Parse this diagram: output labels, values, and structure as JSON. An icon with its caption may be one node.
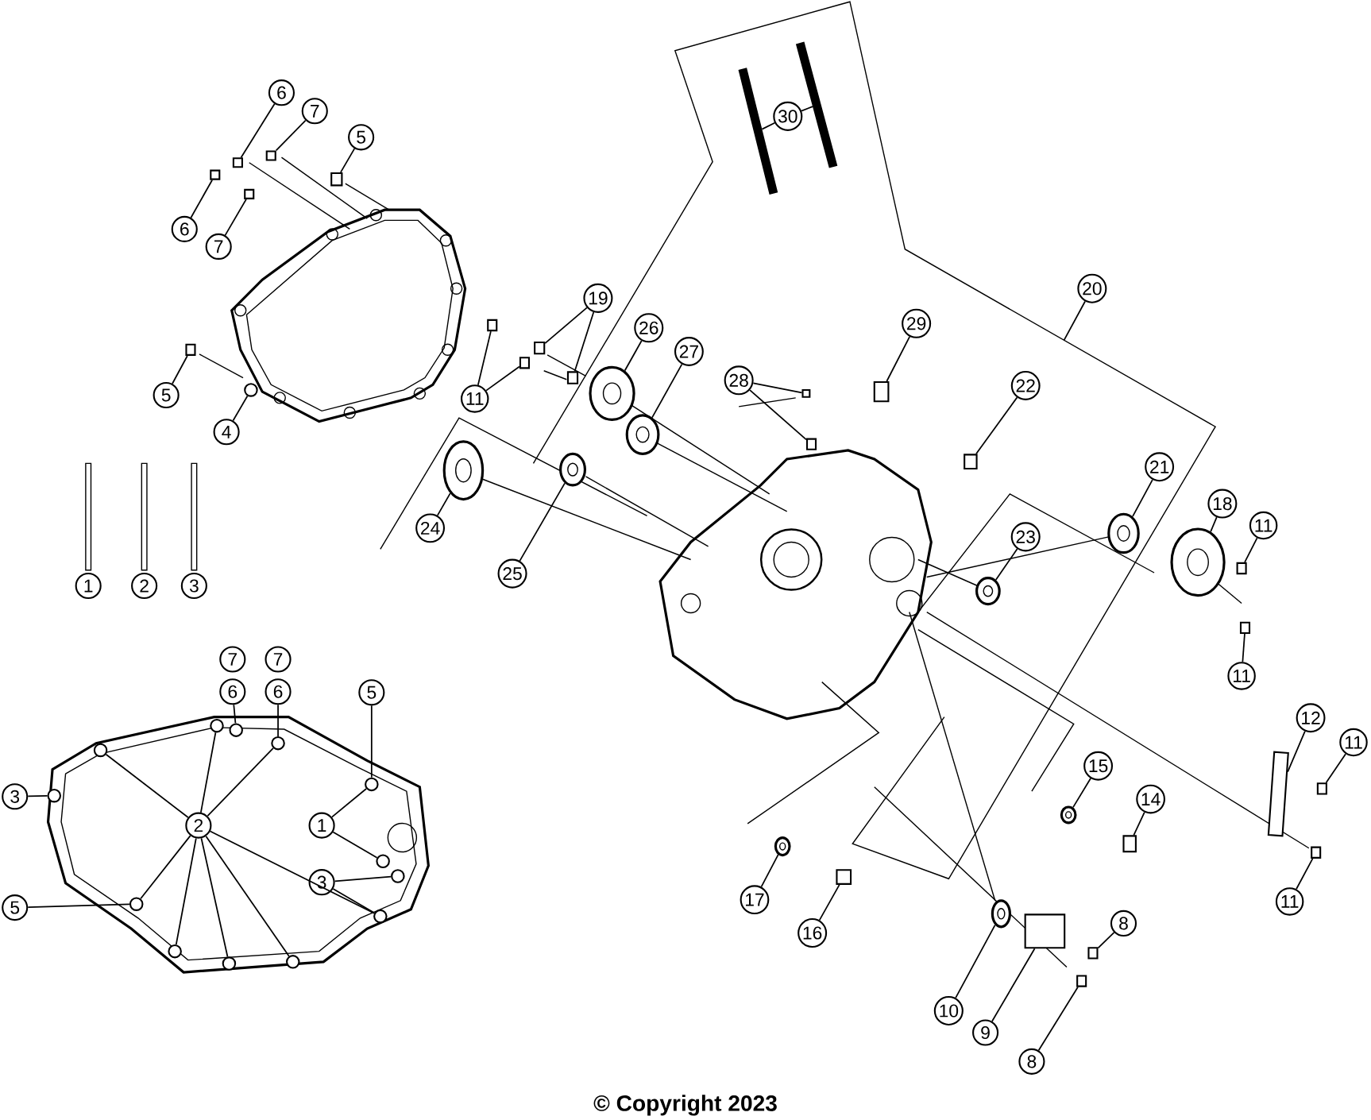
{
  "diagram": {
    "caption": "© Copyright 2023",
    "nodes": [
      {
        "text": [
          "6"
        ]
      },
      {
        "text": [
          "30"
        ]
      },
      {
        "text": [
          "7"
        ]
      },
      {
        "text": [
          "5"
        ]
      },
      {
        "text": [
          "6"
        ]
      },
      {
        "text": [
          "7"
        ]
      },
      {
        "text": [
          "20"
        ]
      },
      {
        "text": [
          "19"
        ]
      },
      {
        "text": [
          "29"
        ]
      },
      {
        "text": [
          "26"
        ]
      },
      {
        "text": [
          "27"
        ]
      },
      {
        "text": [
          "28"
        ]
      },
      {
        "text": [
          "22"
        ]
      },
      {
        "text": [
          "5"
        ]
      },
      {
        "text": [
          "11"
        ]
      },
      {
        "text": [
          "4"
        ]
      },
      {
        "text": [
          "21"
        ]
      },
      {
        "text": [
          "18"
        ]
      },
      {
        "text": [
          "11"
        ]
      },
      {
        "text": [
          "24"
        ]
      },
      {
        "text": [
          "23"
        ]
      },
      {
        "text": [
          "25"
        ]
      },
      {
        "text": [
          "1"
        ]
      },
      {
        "text": [
          "2"
        ]
      },
      {
        "text": [
          "3"
        ]
      },
      {
        "text": [
          "7"
        ]
      },
      {
        "text": [
          "7"
        ]
      },
      {
        "text": [
          "11"
        ]
      },
      {
        "text": [
          "6"
        ]
      },
      {
        "text": [
          "6"
        ]
      },
      {
        "text": [
          "5"
        ]
      },
      {
        "text": [
          "12"
        ]
      },
      {
        "text": [
          "11"
        ]
      },
      {
        "text": [
          "15"
        ]
      },
      {
        "text": [
          "3"
        ]
      },
      {
        "text": [
          "14"
        ]
      },
      {
        "text": [
          "2"
        ]
      },
      {
        "text": [
          "1"
        ]
      },
      {
        "text": [
          "3"
        ]
      },
      {
        "text": [
          "17"
        ]
      },
      {
        "text": [
          "11"
        ]
      },
      {
        "text": [
          "5"
        ]
      },
      {
        "text": [
          "8"
        ]
      },
      {
        "text": [
          "16"
        ]
      },
      {
        "text": [
          "10"
        ]
      },
      {
        "text": [
          "9"
        ]
      },
      {
        "text": [
          "8"
        ]
      },
      {
        "text": [],
        "shape": "box"
      },
      {
        "text": [],
        "shape": "bar"
      },
      {
        "text": [],
        "shape": "bar"
      },
      {
        "text": [],
        "shape": "box"
      },
      {
        "text": [],
        "shape": "box"
      },
      {
        "text": [],
        "shape": "box"
      },
      {
        "text": [],
        "shape": "box"
      },
      {
        "text": [],
        "shape": "box"
      },
      {
        "text": [],
        "shape": "box"
      },
      {
        "text": [],
        "shape": "box"
      },
      {
        "text": [],
        "shape": "ellipse"
      },
      {
        "text": [],
        "shape": "ellipse"
      },
      {
        "text": [],
        "shape": "box"
      },
      {
        "text": [],
        "shape": "box"
      },
      {
        "text": [],
        "shape": "box"
      },
      {
        "text": [],
        "shape": "box"
      },
      {
        "text": [],
        "shape": "box"
      },
      {
        "text": [],
        "shape": "box"
      },
      {
        "text": [],
        "shape": "ellipse"
      },
      {
        "text": [],
        "shape": "ellipse"
      },
      {
        "text": [],
        "shape": "box"
      },
      {
        "text": [],
        "shape": "ellipse"
      },
      {
        "text": [],
        "shape": "ellipse"
      },
      {
        "text": [],
        "shape": "ellipse"
      },
      {
        "text": [],
        "shape": "box"
      },
      {
        "text": [],
        "shape": "circle"
      },
      {
        "text": [],
        "shape": "circle"
      },
      {
        "text": [],
        "shape": "circle"
      },
      {
        "text": [],
        "shape": "box"
      },
      {
        "text": [],
        "shape": "box"
      },
      {
        "text": [],
        "shape": "ellipse"
      },
      {
        "text": [],
        "shape": "circle"
      },
      {
        "text": [],
        "shape": "box"
      },
      {
        "text": [],
        "shape": "circle"
      },
      {
        "text": [],
        "shape": "circle"
      },
      {
        "text": [],
        "shape": "circle"
      },
      {
        "text": [],
        "shape": "circle"
      },
      {
        "text": [],
        "shape": "circle"
      },
      {
        "text": [],
        "shape": "circle"
      },
      {
        "text": [],
        "shape": "circle"
      },
      {
        "text": [],
        "shape": "circle"
      },
      {
        "text": [],
        "shape": "circle"
      },
      {
        "text": [],
        "shape": "ellipse"
      },
      {
        "text": [],
        "shape": "box"
      },
      {
        "text": [],
        "shape": "box"
      },
      {
        "text": [],
        "shape": "box"
      },
      {
        "text": [],
        "shape": "ellipse"
      },
      {
        "text": [],
        "shape": "box"
      },
      {
        "text": [],
        "shape": "box"
      },
      {
        "text": [],
        "shape": "circle"
      }
    ],
    "edges": [
      {
        "from": 0,
        "to": 47,
        "arrow": "none"
      },
      {
        "from": 1,
        "to": 48,
        "arrow": "none"
      },
      {
        "from": 1,
        "to": 49,
        "arrow": "none"
      },
      {
        "from": 2,
        "to": 50,
        "arrow": "none"
      },
      {
        "from": 3,
        "to": 51,
        "arrow": "none"
      },
      {
        "from": 4,
        "to": 52,
        "arrow": "none"
      },
      {
        "from": 5,
        "to": 53,
        "arrow": "none"
      },
      {
        "from": 6,
        "to": null,
        "arrow": "none"
      },
      {
        "from": 7,
        "to": 54,
        "arrow": "none"
      },
      {
        "from": 7,
        "to": 55,
        "arrow": "none"
      },
      {
        "from": 8,
        "to": 56,
        "arrow": "none"
      },
      {
        "from": 9,
        "to": 57,
        "arrow": "none"
      },
      {
        "from": 10,
        "to": 58,
        "arrow": "none"
      },
      {
        "from": 11,
        "to": 59,
        "arrow": "none"
      },
      {
        "from": 11,
        "to": 60,
        "arrow": "none"
      },
      {
        "from": 12,
        "to": 61,
        "arrow": "none"
      },
      {
        "from": 13,
        "to": 62,
        "arrow": "none"
      },
      {
        "from": 14,
        "to": 63,
        "arrow": "none"
      },
      {
        "from": 14,
        "to": 64,
        "arrow": "none"
      },
      {
        "from": 15,
        "to": 96,
        "arrow": "none"
      },
      {
        "from": 16,
        "to": 65,
        "arrow": "none"
      },
      {
        "from": 17,
        "to": 66,
        "arrow": "none"
      },
      {
        "from": 18,
        "to": 67,
        "arrow": "none"
      },
      {
        "from": 19,
        "to": 68,
        "arrow": "none"
      },
      {
        "from": 20,
        "to": 69,
        "arrow": "none"
      },
      {
        "from": 21,
        "to": 70,
        "arrow": "none"
      },
      {
        "from": 27,
        "to": 71,
        "arrow": "none"
      },
      {
        "from": 28,
        "to": 72,
        "arrow": "none"
      },
      {
        "from": 29,
        "to": 73,
        "arrow": "none"
      },
      {
        "from": 30,
        "to": 74,
        "arrow": "none"
      },
      {
        "from": 31,
        "to": 75,
        "arrow": "none"
      },
      {
        "from": 32,
        "to": 76,
        "arrow": "none"
      },
      {
        "from": 33,
        "to": 77,
        "arrow": "none"
      },
      {
        "from": 34,
        "to": 78,
        "arrow": "none"
      },
      {
        "from": 35,
        "to": 79,
        "arrow": "none"
      },
      {
        "from": 36,
        "to": 80,
        "arrow": "none"
      },
      {
        "from": 36,
        "to": 81,
        "arrow": "none"
      },
      {
        "from": 36,
        "to": 73,
        "arrow": "none"
      },
      {
        "from": 36,
        "to": 82,
        "arrow": "none"
      },
      {
        "from": 36,
        "to": 83,
        "arrow": "none"
      },
      {
        "from": 36,
        "to": 84,
        "arrow": "none"
      },
      {
        "from": 36,
        "to": 85,
        "arrow": "none"
      },
      {
        "from": 36,
        "to": 86,
        "arrow": "none"
      },
      {
        "from": 37,
        "to": 74,
        "arrow": "none"
      },
      {
        "from": 37,
        "to": 87,
        "arrow": "none"
      },
      {
        "from": 38,
        "to": 88,
        "arrow": "none"
      },
      {
        "from": 38,
        "to": 86,
        "arrow": "none"
      },
      {
        "from": 39,
        "to": 89,
        "arrow": "none"
      },
      {
        "from": 40,
        "to": 90,
        "arrow": "none"
      },
      {
        "from": 41,
        "to": 82,
        "arrow": "none"
      },
      {
        "from": 42,
        "to": 91,
        "arrow": "none"
      },
      {
        "from": 43,
        "to": 92,
        "arrow": "none"
      },
      {
        "from": 44,
        "to": 93,
        "arrow": "none"
      },
      {
        "from": 45,
        "to": 94,
        "arrow": "none"
      },
      {
        "from": 46,
        "to": 95,
        "arrow": "none"
      }
    ]
  }
}
